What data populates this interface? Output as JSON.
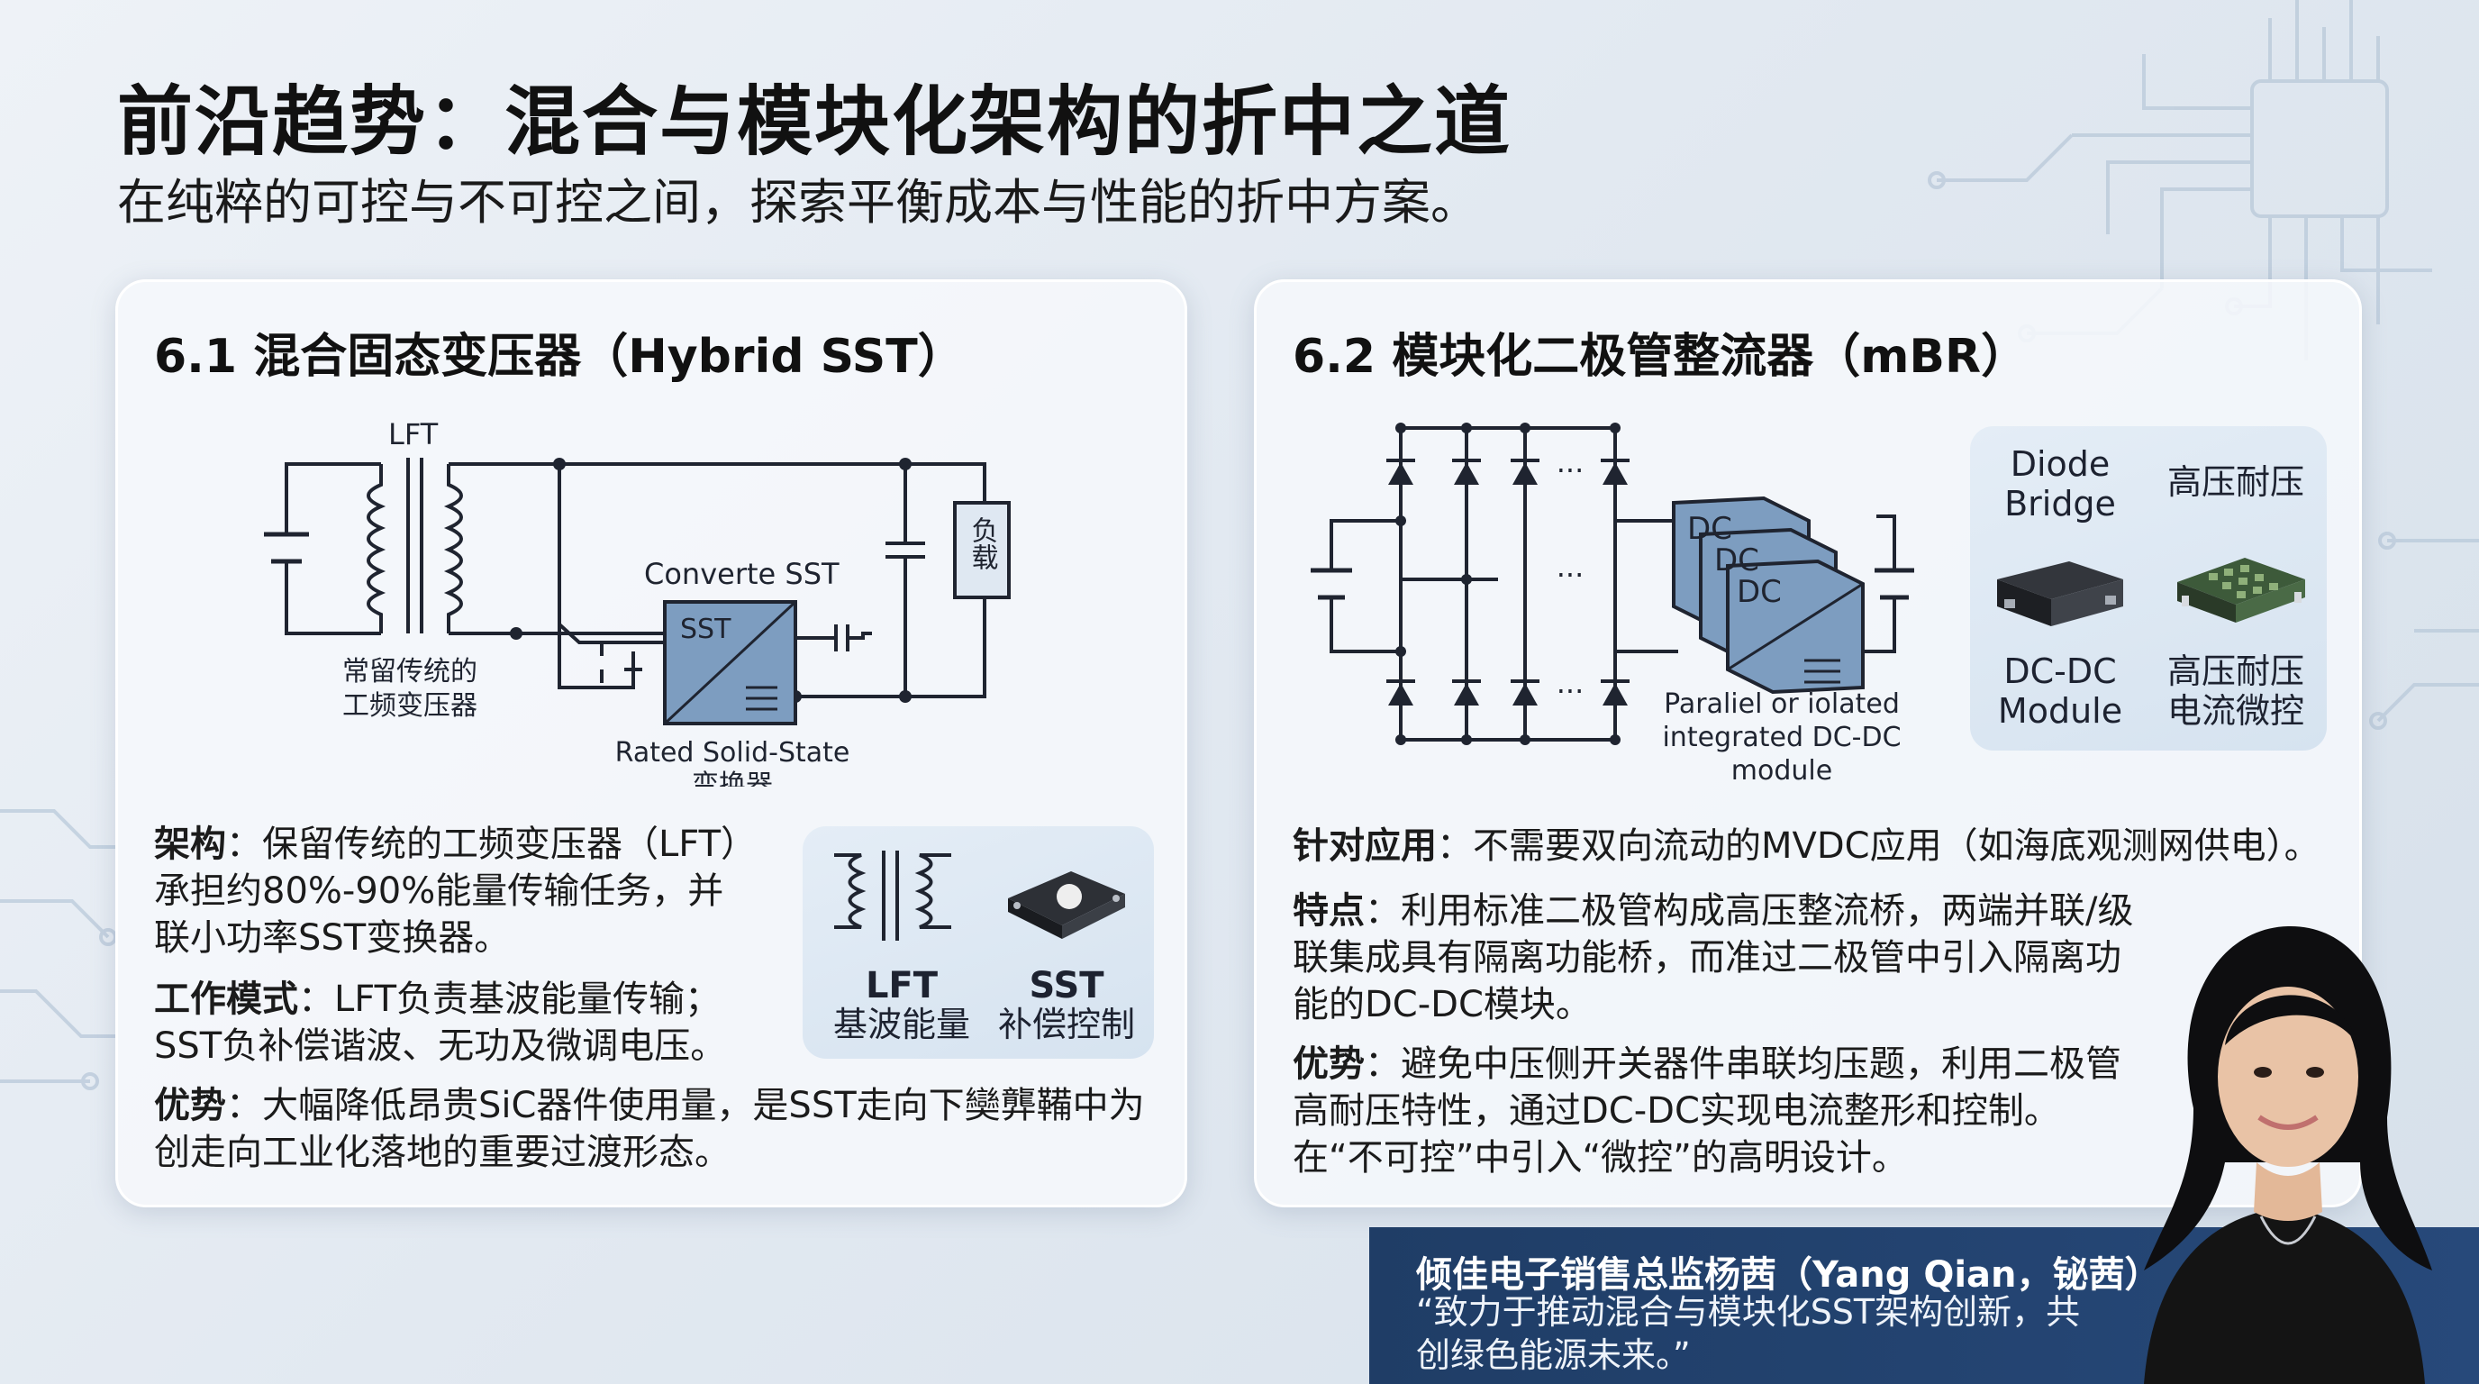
{
  "page": {
    "title": "前沿趋势：混合与模块化架构的折中之道",
    "subtitle": "在纯粹的可控与不可控之间，探索平衡成本与性能的折中方案。"
  },
  "left_panel": {
    "heading": "6.1 混合固态变压器（Hybrid SST）",
    "diagram": {
      "lft_label": "LFT",
      "converter_label": "Converte SST",
      "sst_label": "SST",
      "load_label": "负载",
      "lft_caption": [
        "常留传统的",
        "工频变压器"
      ],
      "sst_caption": [
        "Rated Solid-State",
        "变换器"
      ]
    },
    "paragraphs": [
      {
        "label": "架构",
        "text": "：保留传统的工频变压器（LFT）承担约80%-90%能量传输任务，并联小功率SST变换器。"
      },
      {
        "label": "工作模式",
        "text": "：LFT负责基波能量传输；SST负补偿谐波、无功及微调电压。"
      },
      {
        "label": "优势",
        "text": "：大幅降低昂贵SiC器件使用量，是SST走向下奱龏鞴中为创走向工业化落地的重要过渡形态。"
      }
    ],
    "inset": {
      "item1_title": "LFT",
      "item1_sub": "基波能量",
      "item2_title": "SST",
      "item2_sub": "补偿控制"
    }
  },
  "right_panel": {
    "heading": "6.2 模块化二极管整流器（mBR）",
    "diagram": {
      "dc_label": "DC",
      "caption": [
        "Paraliel or iolated",
        "integrated DC-DC",
        "module"
      ],
      "ellipsis": "···"
    },
    "inset": {
      "diode_bridge": [
        "Diode",
        "Bridge"
      ],
      "hv1": "高压耐压",
      "dcdc_module": [
        "DC-DC",
        "Module"
      ],
      "hv2": [
        "高压耐压",
        "电流微控"
      ]
    },
    "paragraphs": [
      {
        "label": "针对应用",
        "text": "：不需要双向流动的MVDC应用（如海底观测网供电）。"
      },
      {
        "label": "特点",
        "text": "：利用标准二极管构成高压整流桥，两端并联/级联集成具有隔离功能桥，而准过二极管中引入隔离功能的DC-DC模块。"
      },
      {
        "label": "优势",
        "text": "：避免中压侧开关器件串联均压题，利用二极管高耐压特性，通过DC-DC实现电流整形和控制。在“不可控”中引入“微控”的高明设计。"
      }
    ]
  },
  "speaker": {
    "name": "倾佳电子销售总监杨茜（Yang Qian，铋茜）",
    "quote": "“致力于推动混合与模块化SST架构创新，共创绿色能源未来。”"
  },
  "colors": {
    "panel_bg": "#f6f8fb",
    "diagram_stroke": "#1f2430",
    "box_fill": "#7d9dc0",
    "speaker_bar": "#1f3d66"
  }
}
